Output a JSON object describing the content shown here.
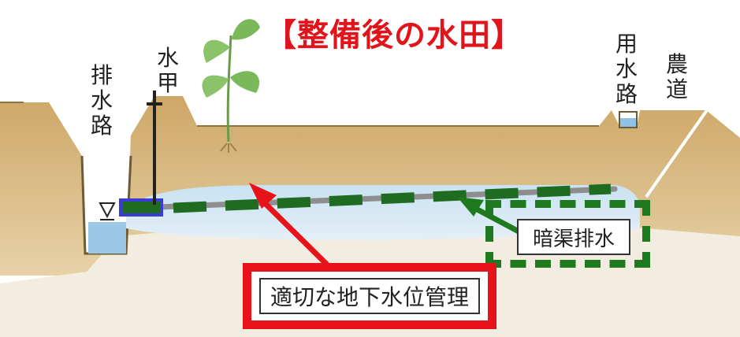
{
  "title": "【整備後の水田】",
  "labels": {
    "drain_channel": "排水路",
    "water_gate": "水甲",
    "irrigation_channel": "用水路",
    "farm_road": "農道",
    "water_level_symbol": "∇"
  },
  "callouts": {
    "groundwater_management": "適切な地下水位管理",
    "subsurface_drainage": "暗渠排水"
  },
  "colors": {
    "title": "#e0141a",
    "red_accent": "#e8121b",
    "green_accent": "#1f7a1f",
    "soil": "#d2b173",
    "soil_dark": "#a98c4f",
    "water": "#b8d6ea",
    "drain_pipe": "#1f6b22"
  },
  "icons": [
    "plant-icon",
    "water-gate-post-icon",
    "water-level-marker-icon"
  ]
}
